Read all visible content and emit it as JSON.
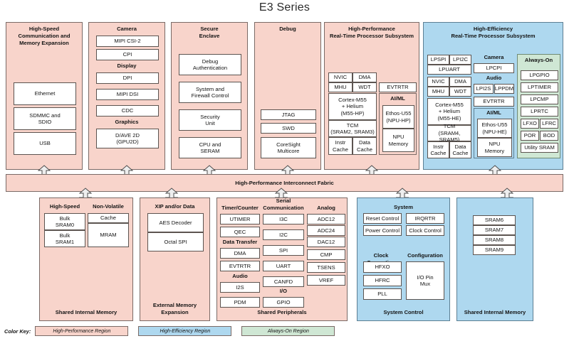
{
  "title": "E3 Series",
  "fabric": {
    "label": "High-Performance Interconnect Fabric"
  },
  "top_row": {
    "comm": {
      "header": "High-Speed\nCommunication and\nMemory Expansion",
      "header_lines": [
        "High-Speed",
        "Communication and",
        "Memory Expansion"
      ],
      "items": [
        "Ethernet",
        "SDMMC and\nSDIO",
        "USB"
      ],
      "item_labels": [
        {
          "l1": "Ethernet",
          "l2": ""
        },
        {
          "l1": "SDMMC and",
          "l2": "SDIO"
        },
        {
          "l1": "USB",
          "l2": ""
        }
      ]
    },
    "camera_display": {
      "groups": [
        {
          "label": "Camera",
          "items": [
            "MIPI CSI-2",
            "CPI"
          ]
        },
        {
          "label": "Display",
          "items": [
            "DPI",
            "MIPI DSI",
            "CDC"
          ]
        },
        {
          "label": "Graphics",
          "items": [
            "D/AVE 2D\n(GPU2D)"
          ]
        }
      ],
      "graphics_item": {
        "l1": "D/AVE 2D",
        "l2": "(GPU2D)"
      }
    },
    "secure_enclave": {
      "header_lines": [
        "Secure",
        "Enclave"
      ],
      "items": [
        {
          "l1": "Debug",
          "l2": "Authentication"
        },
        {
          "l1": "System and",
          "l2": "Firewall Control"
        },
        {
          "l1": "Security",
          "l2": "Unit"
        },
        {
          "l1": "CPU and",
          "l2": "SERAM"
        }
      ]
    },
    "debug": {
      "header_lines": [
        "Debug"
      ],
      "items": [
        {
          "l1": "JTAG",
          "l2": ""
        },
        {
          "l1": "SWD",
          "l2": ""
        },
        {
          "l1": "CoreSight",
          "l2": "Multicore"
        }
      ]
    },
    "hp_rt": {
      "header_lines": [
        "High-Performance",
        "Real-Time Processor Subsystem"
      ],
      "small_cells": [
        "NVIC",
        "DMA",
        "MHU",
        "WDT"
      ],
      "evtrtr": "EVTRTR",
      "core": {
        "l1": "Cortex-M55",
        "l2": "+ Helium",
        "l3": "(M55-HP)"
      },
      "tcm": {
        "l1": "TCM",
        "l2": "(SRAM2, SRAM3)"
      },
      "caches": [
        {
          "l1": "Instr",
          "l2": "Cache"
        },
        {
          "l1": "Data",
          "l2": "Cache"
        }
      ],
      "aiml": {
        "label": "AI/ML",
        "items": [
          {
            "l1": "Ethos-U55",
            "l2": "(NPU-HP)"
          },
          {
            "l1": "NPU",
            "l2": "Memory"
          }
        ]
      }
    },
    "he_rt": {
      "header_lines": [
        "High-Efficiency",
        "Real-Time Processor Subsystem"
      ],
      "lp_cells": [
        "LPSPI",
        "LPI2C"
      ],
      "lpuart": "LPUART",
      "small_cells": [
        "NVIC",
        "DMA",
        "MHU",
        "WDT"
      ],
      "core": {
        "l1": "Cortex-M55",
        "l2": "+ Helium",
        "l3": "(M55-HE)"
      },
      "tcm": {
        "l1": "TCM",
        "l2": "(SRAM4, SRAM5)"
      },
      "caches": [
        {
          "l1": "Instr",
          "l2": "Cache"
        },
        {
          "l1": "Data",
          "l2": "Cache"
        }
      ],
      "camera": {
        "label": "Camera",
        "item": "LPCPI"
      },
      "audio": {
        "label": "Audio",
        "items": [
          "LPI2S",
          "LPPDM"
        ]
      },
      "evtrtr": "EVTRTR",
      "aiml": {
        "label": "AI/ML",
        "items": [
          {
            "l1": "Ethos-U55",
            "l2": "(NPU-HE)"
          },
          {
            "l1": "NPU",
            "l2": "Memory"
          }
        ]
      },
      "always_on": {
        "label": "Always-On",
        "wide_items": [
          "LPGPIO",
          "LPTIMER",
          "LPCMP",
          "LPRTC"
        ],
        "pair_items": [
          [
            "LFXO",
            "LFRC"
          ],
          [
            "POR",
            "BOD"
          ]
        ],
        "last_item": "Utility SRAM"
      }
    }
  },
  "bottom_row": {
    "shared_internal_left": {
      "footer": "Shared Internal Memory",
      "groups": [
        {
          "label": "High-Speed",
          "items": [
            {
              "l1": "Bulk",
              "l2": "SRAM0"
            },
            {
              "l1": "Bulk",
              "l2": "SRAM1"
            }
          ]
        },
        {
          "label": "Non-Volatile",
          "items": [
            {
              "l1": "Cache",
              "l2": ""
            },
            {
              "l1": "MRAM",
              "l2": ""
            }
          ]
        }
      ]
    },
    "external_memory": {
      "footer_lines": [
        "External Memory",
        "Expansion"
      ],
      "group_label": "XIP and/or Data",
      "items": [
        "AES Decoder",
        "Octal SPI"
      ]
    },
    "shared_peripherals": {
      "footer": "Shared Peripherals",
      "columns": [
        {
          "groups": [
            {
              "label": "Timer/Counter",
              "items": [
                "UTIMER",
                "QEC"
              ]
            },
            {
              "label": "Data Transfer",
              "items": [
                "DMA",
                "EVTRTR"
              ]
            },
            {
              "label": "Audio",
              "items": [
                "I2S",
                "PDM"
              ]
            }
          ]
        },
        {
          "groups": [
            {
              "label": "Serial\nCommunication",
              "label_lines": [
                "Serial",
                "Communication"
              ],
              "items": [
                "I3C",
                "I2C",
                "SPI",
                "UART",
                "CANFD"
              ]
            },
            {
              "label": "I/O",
              "label_lines": [
                "I/O"
              ],
              "items": [
                "GPIO"
              ]
            }
          ]
        },
        {
          "groups": [
            {
              "label": "Analog",
              "items": [
                "ADC12",
                "ADC24",
                "DAC12",
                "CMP",
                "TSENS",
                "VREF"
              ]
            }
          ]
        }
      ]
    },
    "system_control": {
      "footer": "System Control",
      "system_label": "System",
      "system_items": [
        [
          "Reset Control",
          "IRQRTR"
        ],
        [
          "Power Control",
          "Clock Control"
        ]
      ],
      "clock_gen_label": "Clock Generation",
      "clock_gen_items": [
        "HFXO",
        "HFRC",
        "PLL"
      ],
      "config_label": "Configuration",
      "config_item": {
        "l1": "I/O Pin",
        "l2": "Mux"
      }
    },
    "shared_internal_right": {
      "footer": "Shared Internal Memory",
      "items": [
        "SRAM6",
        "SRAM7",
        "SRAM8",
        "SRAM9"
      ]
    }
  },
  "color_key": {
    "label": "Color Key:",
    "entries": [
      {
        "text": "High-Performance Region",
        "color": "#f8d4cb"
      },
      {
        "text": "High-Efficiency Region",
        "color": "#aed8ef"
      },
      {
        "text": "Always-On Region",
        "color": "#cfe7d4"
      }
    ]
  }
}
